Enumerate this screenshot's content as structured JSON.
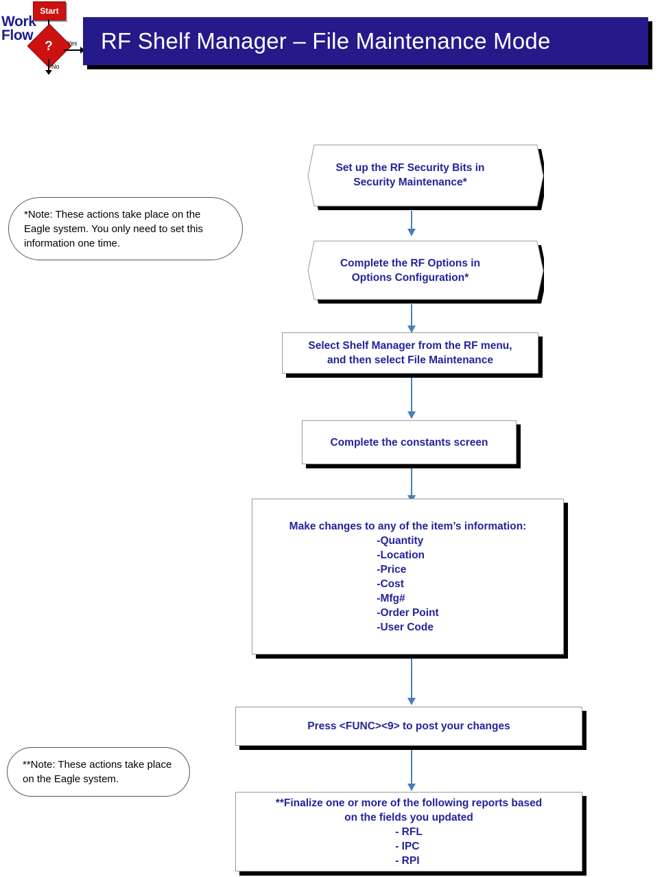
{
  "logo": {
    "label_line1": "Work",
    "label_line2": "Flow",
    "start_label": "Start",
    "decision_label": "?",
    "yes_label": "Yes",
    "no_label": "No",
    "start_color": "#cc1111",
    "text_color": "#1b1b8f"
  },
  "header": {
    "title": "RF Shelf Manager – File Maintenance Mode",
    "background": "#251a8a",
    "text_color": "#ffffff"
  },
  "colors": {
    "node_text": "#23239c",
    "connector": "#4a7ebb",
    "node_fill": "#ffffff",
    "node_border": "#9a9a9a",
    "shadow": "#000000"
  },
  "nodes": [
    {
      "id": "setup-security-bits",
      "shape": "hexagon",
      "lines": [
        "Set up the RF Security Bits in",
        "Security Maintenance*"
      ]
    },
    {
      "id": "complete-rf-options",
      "shape": "hexagon",
      "lines": [
        "Complete the RF Options in",
        "Options Configuration*"
      ]
    },
    {
      "id": "select-shelf-manager",
      "shape": "rect",
      "lines": [
        "Select Shelf Manager from the RF menu,",
        "and then select File Maintenance"
      ]
    },
    {
      "id": "complete-constants-screen",
      "shape": "rect",
      "lines": [
        "Complete the constants screen"
      ]
    },
    {
      "id": "make-changes",
      "shape": "rect",
      "heading": "Make changes to any of the item’s information:",
      "items": [
        "-Quantity",
        "-Location",
        "-Price",
        "-Cost",
        "-Mfg#",
        "-Order Point",
        "-User Code"
      ]
    },
    {
      "id": "press-func-9",
      "shape": "rect",
      "lines": [
        "Press <FUNC><9> to post your changes"
      ]
    },
    {
      "id": "finalize-reports",
      "shape": "rect",
      "heading_lines": [
        "**Finalize one or more of the following reports based",
        "on the fields you updated"
      ],
      "items": [
        "- RFL",
        "- IPC",
        "- RPI"
      ]
    }
  ],
  "notes": [
    {
      "id": "note-one-time",
      "text": "*Note: These actions take place on the Eagle system. You only need to set this information one time."
    },
    {
      "id": "note-eagle-system",
      "text": "**Note: These actions take place on the Eagle system."
    }
  ]
}
